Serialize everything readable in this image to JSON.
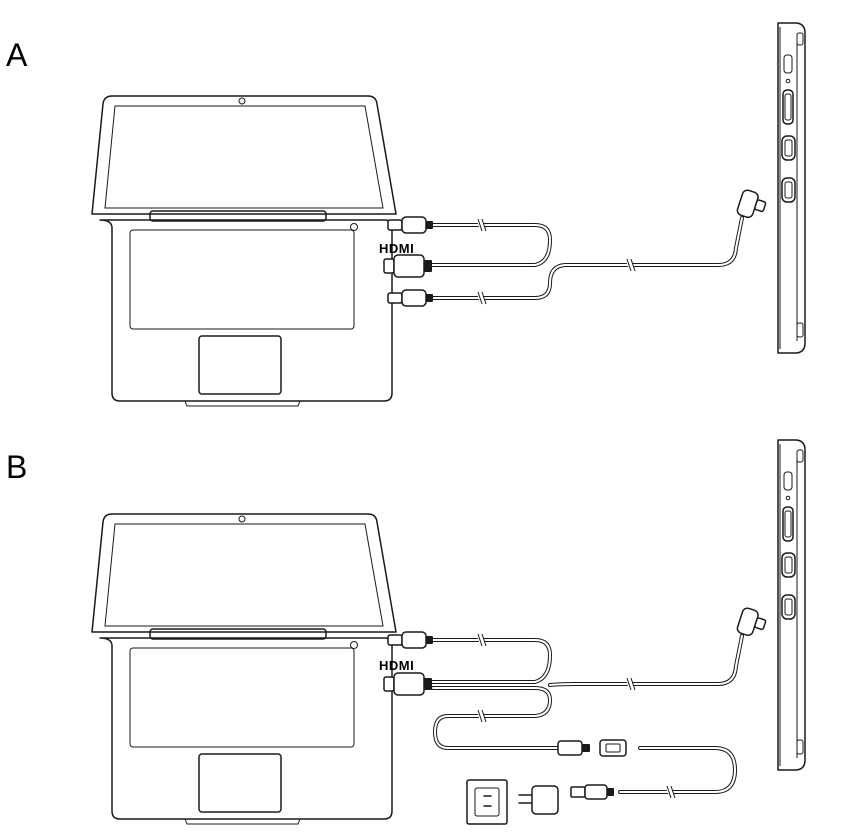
{
  "sections": [
    {
      "label": "A",
      "hdmi_label": "HDMI"
    },
    {
      "label": "B",
      "hdmi_label": "HDMI"
    }
  ]
}
